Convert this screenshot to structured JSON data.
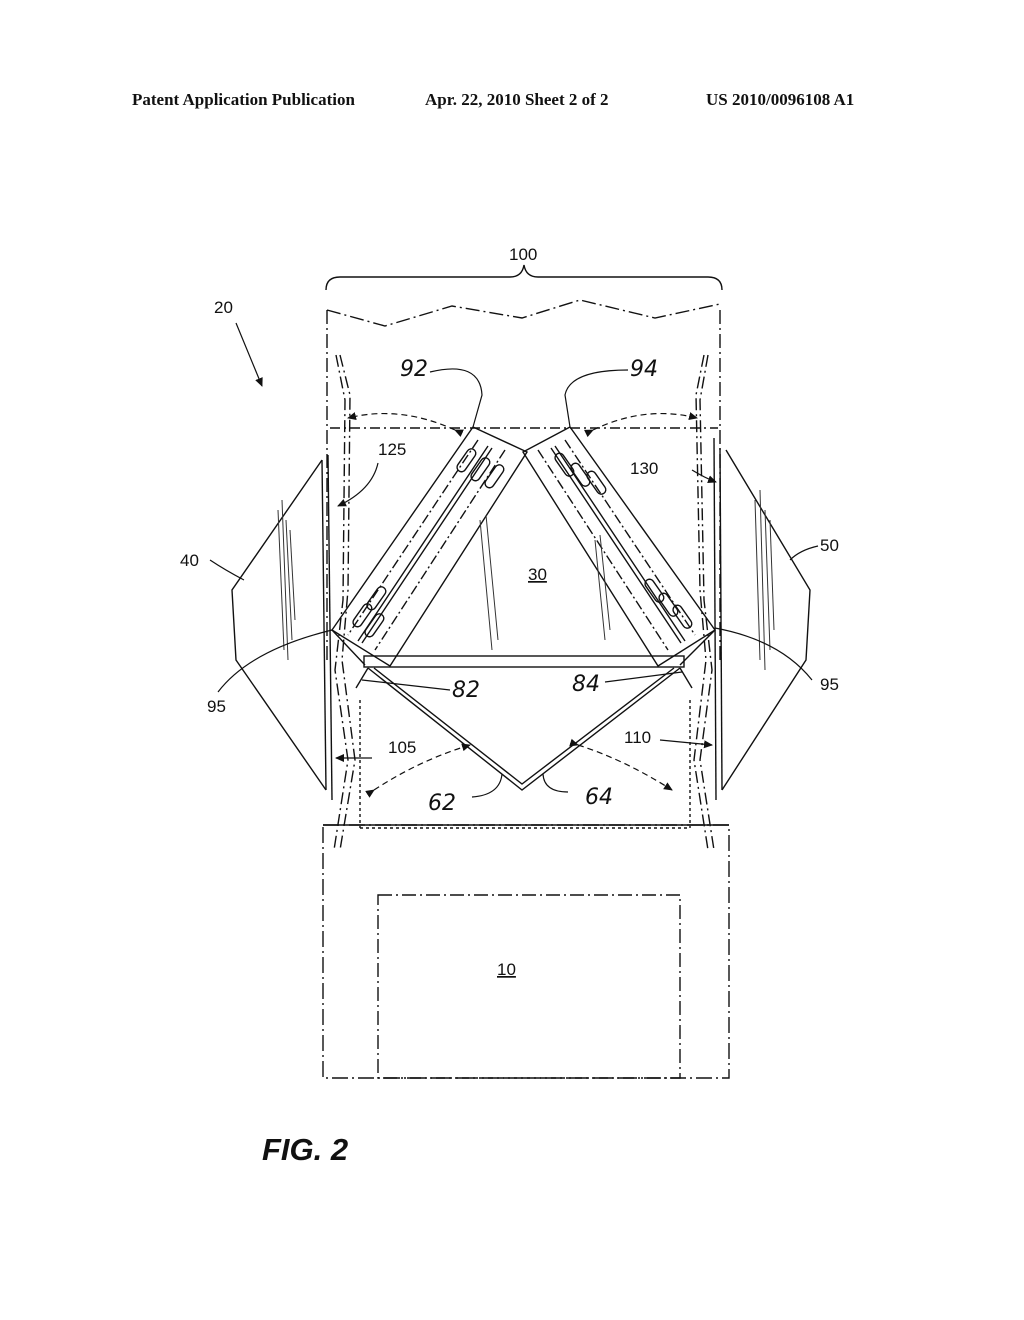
{
  "header": {
    "publication": "Patent Application Publication",
    "date_sheet": "Apr. 22, 2010  Sheet 2 of 2",
    "number": "US 2010/0096108 A1"
  },
  "figure": {
    "caption": "FIG. 2",
    "labels": {
      "l100": "100",
      "l20": "20",
      "l92": "92",
      "l94": "94",
      "l125": "125",
      "l130": "130",
      "l40": "40",
      "l50": "50",
      "l30": "30",
      "l95a": "95",
      "l95b": "95",
      "l82": "82",
      "l84": "84",
      "l105": "105",
      "l110": "110",
      "l62": "62",
      "l64": "64",
      "l10": "10"
    }
  }
}
